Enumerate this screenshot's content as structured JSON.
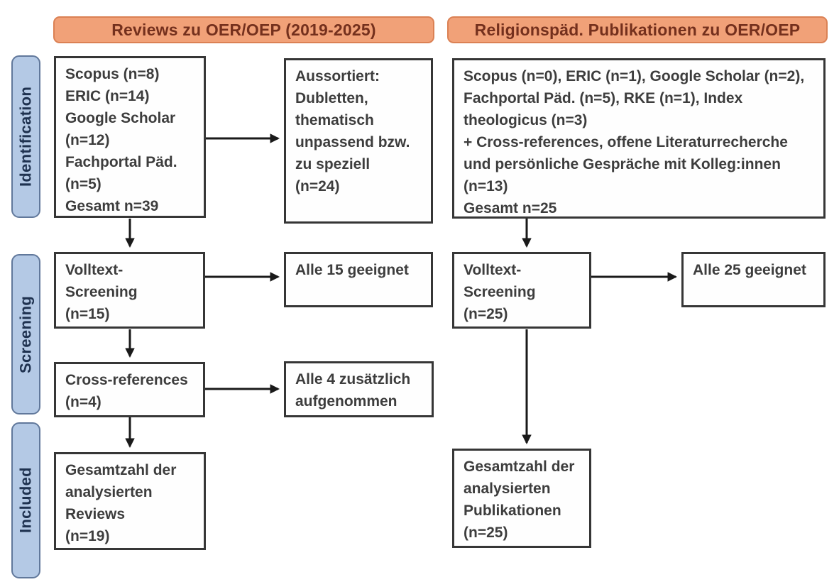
{
  "headers": {
    "left": "Reviews zu OER/OEP (2019-2025)",
    "right": "Religionspäd. Publikationen zu OER/OEP"
  },
  "stages": {
    "identification": "Identification",
    "screening": "Screening",
    "included": "Included"
  },
  "boxes": {
    "left_sources": "Scopus (n=8)\nERIC (n=14)\nGoogle Scholar\n(n=12)\nFachportal Päd.\n(n=5)\nGesamt n=39",
    "left_excluded": "Aussortiert:\nDubletten,\nthematisch\nunpassend bzw.\nzu speziell\n(n=24)",
    "left_fulltext": "Volltext-\nScreening\n(n=15)",
    "left_fulltext_result": "Alle 15 geeignet",
    "left_crossref": "Cross-references\n(n=4)",
    "left_crossref_result": "Alle 4 zusätzlich\naufgenommen",
    "left_included": "Gesamtzahl der\nanalysierten\nReviews\n(n=19)",
    "right_sources": "Scopus (n=0), ERIC (n=1), Google Scholar (n=2),\nFachportal Päd. (n=5), RKE (n=1), Index\ntheologicus (n=3)\n+ Cross-references, offene Literaturrecherche\nund persönliche Gespräche mit Kolleg:innen\n(n=13)\nGesamt n=25",
    "right_fulltext": "Volltext-\nScreening\n(n=25)",
    "right_fulltext_result": "Alle 25 geeignet",
    "right_included": "Gesamtzahl der\nanalysierten\nPublikationen\n(n=25)"
  },
  "edges": [
    {
      "from": "left_sources",
      "to": "left_excluded"
    },
    {
      "from": "left_sources",
      "to": "left_fulltext"
    },
    {
      "from": "left_fulltext",
      "to": "left_fulltext_result"
    },
    {
      "from": "left_fulltext",
      "to": "left_crossref"
    },
    {
      "from": "left_crossref",
      "to": "left_crossref_result"
    },
    {
      "from": "left_crossref",
      "to": "left_included"
    },
    {
      "from": "right_sources",
      "to": "right_fulltext"
    },
    {
      "from": "right_fulltext",
      "to": "right_fulltext_result"
    },
    {
      "from": "right_fulltext",
      "to": "right_included"
    }
  ],
  "colors": {
    "header_fill": "#F1A178",
    "header_border": "#DB8154",
    "header_text": "#74301D",
    "stage_fill": "#B4C9E5",
    "stage_border": "#61789B",
    "stage_text": "#1F3250",
    "box_background": "#FEFEFE",
    "box_border": "#363636",
    "box_text": "#3D3D3D",
    "arrow": "#1A1A1A",
    "page_background": "#FFFFFF"
  }
}
